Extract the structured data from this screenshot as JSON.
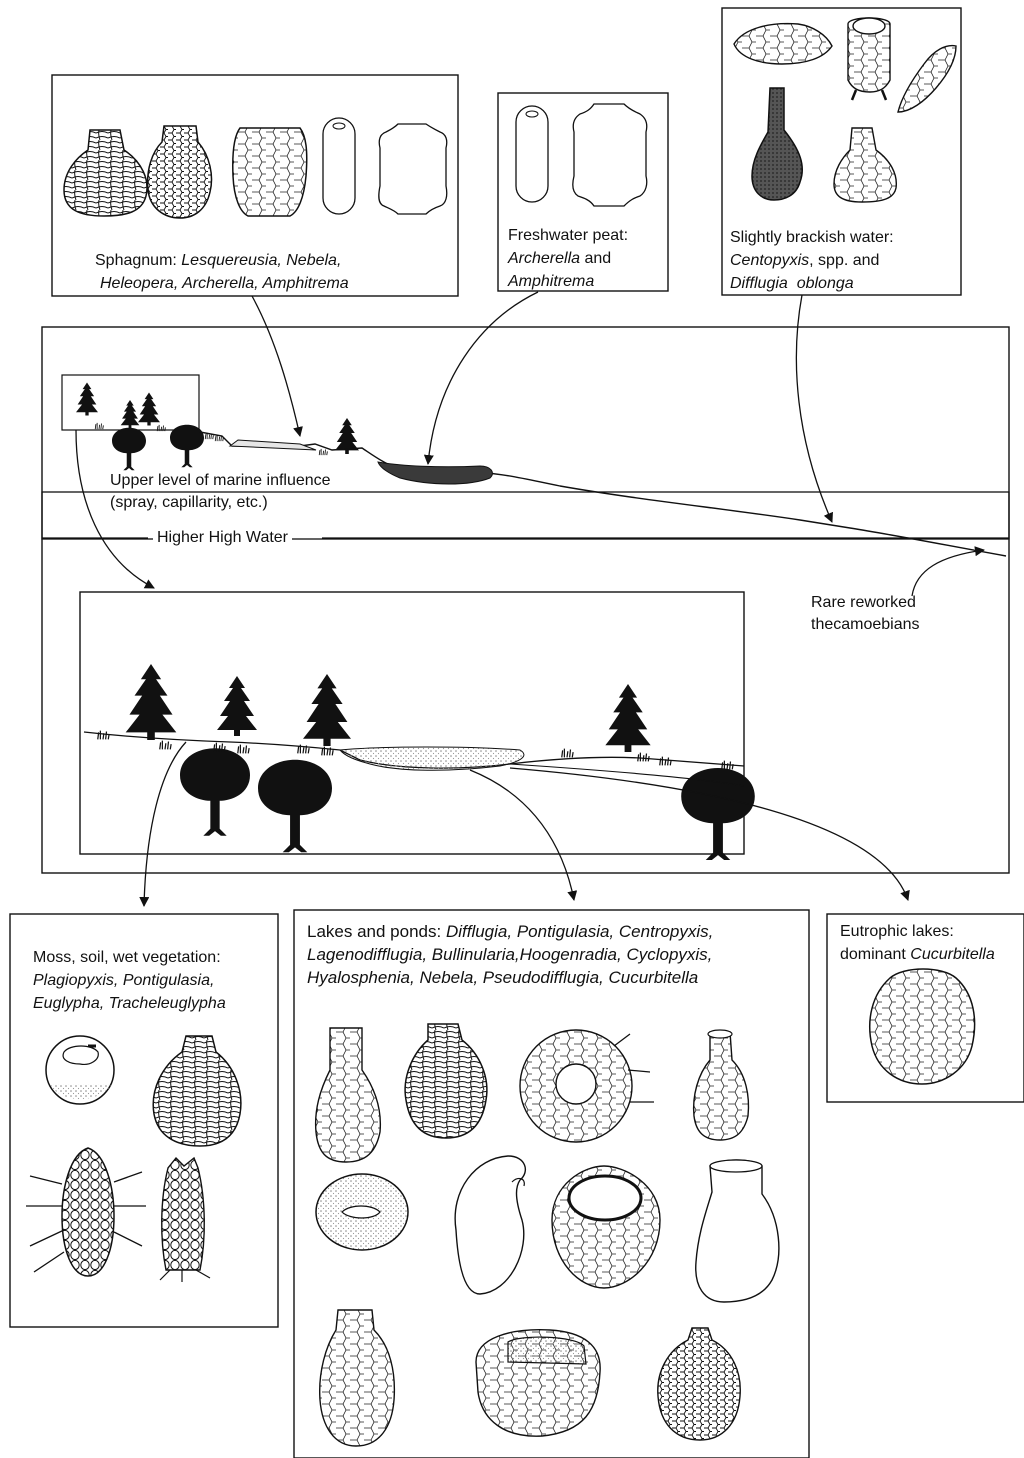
{
  "captions": {
    "sphagnum": {
      "lead": "Sphagnum: ",
      "taxa_line1": "Lesquereusia, Nebela,",
      "taxa_line2": "Heleopera, Archerella, Amphitrema"
    },
    "freshwater_peat": {
      "lead": "Freshwater peat:",
      "taxon1": "Archerella",
      "and": " and",
      "taxon2": "Amphitrema"
    },
    "brackish": {
      "lead": "Slightly brackish water:",
      "taxon1": "Centopyxis",
      "mid": ", spp. and",
      "taxon2": "Difflugia  oblonga"
    },
    "moss": {
      "lead": "Moss, soil, wet vegetation:",
      "taxa_line1": "Plagiopyxis, Pontigulasia,",
      "taxa_line2": "Euglypha, Tracheleuglypha"
    },
    "lakes": {
      "lead": "Lakes and ponds: ",
      "taxa_line1": "Difflugia, Pontigulasia, Centropyxis,",
      "taxa_line2": "Lagenodifflugia, Bullinularia,Hoogenradia, Cyclopyxis,",
      "taxa_line3": "Hyalosphenia, Nebela, Pseudodifflugia, Cucurbitella"
    },
    "eutrophic": {
      "lead": "Eutrophic lakes:",
      "prefix": "dominant ",
      "taxon": "Cucurbitella"
    }
  },
  "labels": {
    "marine_line1": "Upper level of marine influence",
    "marine_line2": "(spray, capillarity, etc.)",
    "hhw": "Higher High Water",
    "rare_line1": "Rare reworked",
    "rare_line2": "thecamoebians"
  }
}
